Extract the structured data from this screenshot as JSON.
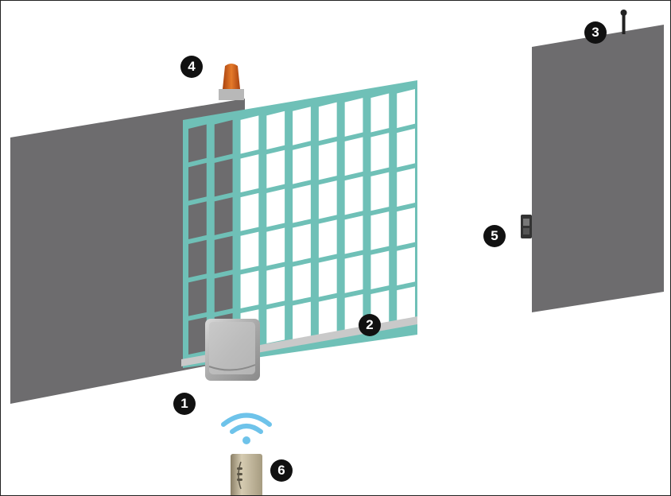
{
  "diagram": {
    "colors": {
      "background": "#ffffff",
      "wall": "#6d6c6e",
      "gate_frame": "#6fc0b7",
      "gate_panel": "#ffffff",
      "guide_rail": "#c9c9c9",
      "motor_body": "#b7b7b7",
      "warning_light": "#d9661f",
      "wifi_signal": "#6ec3ea",
      "keypad": "#bfb49a",
      "badge": "#111111"
    },
    "callouts": [
      {
        "number": "1",
        "target": "gate-motor-unit"
      },
      {
        "number": "2",
        "target": "guide-rail"
      },
      {
        "number": "3",
        "target": "antenna"
      },
      {
        "number": "4",
        "target": "warning-light"
      },
      {
        "number": "5",
        "target": "photocell-sensor"
      },
      {
        "number": "6",
        "target": "wireless-keypad"
      }
    ]
  }
}
